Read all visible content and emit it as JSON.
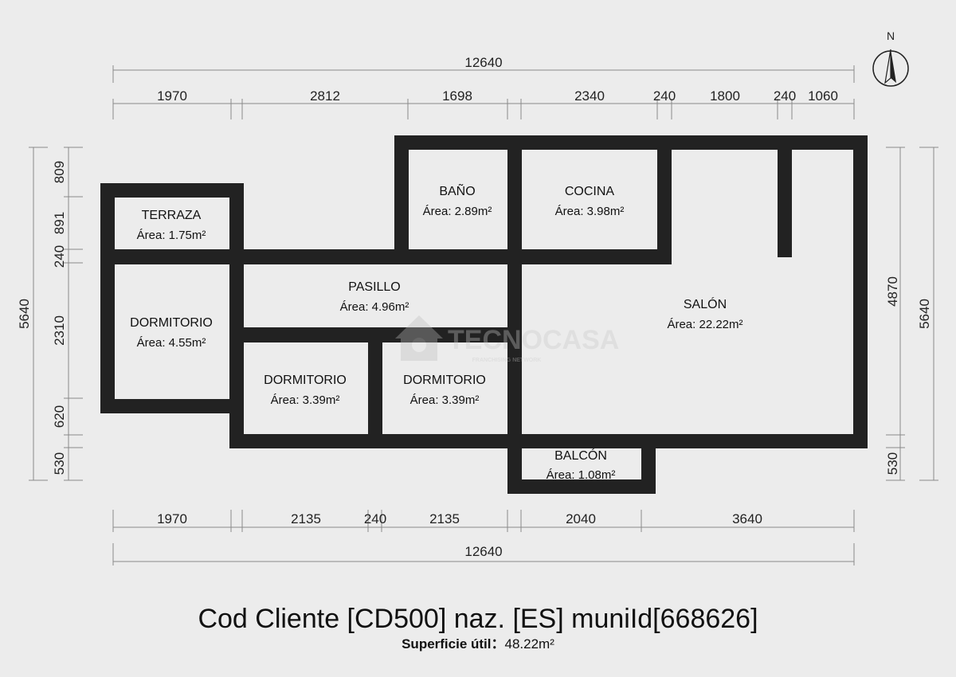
{
  "compass": {
    "label": "N"
  },
  "dims": {
    "top_total": "12640",
    "top_segments": [
      "1970",
      "2812",
      "1698",
      "2340",
      "240",
      "1800",
      "240",
      "1060"
    ],
    "bottom_segments": [
      "1970",
      "2135",
      "240",
      "2135",
      "2040",
      "3640"
    ],
    "bottom_total": "12640",
    "left_segments": [
      "809",
      "891",
      "240",
      "2310",
      "620",
      "530"
    ],
    "left_total": "5640",
    "right_segments": [
      "4870",
      "530"
    ],
    "right_total": "5640"
  },
  "rooms": {
    "terraza": {
      "name": "TERRAZA",
      "area": "Área: 1.75m²"
    },
    "bano": {
      "name": "BAÑO",
      "area": "Área: 2.89m²"
    },
    "cocina": {
      "name": "COCINA",
      "area": "Área: 3.98m²"
    },
    "pasillo": {
      "name": "PASILLO",
      "area": "Área: 4.96m²"
    },
    "salon": {
      "name": "SALÓN",
      "area": "Área: 22.22m²"
    },
    "dormitorio1": {
      "name": "DORMITORIO",
      "area": "Área: 4.55m²"
    },
    "dormitorio2": {
      "name": "DORMITORIO",
      "area": "Área: 3.39m²"
    },
    "dormitorio3": {
      "name": "DORMITORIO",
      "area": "Área: 3.39m²"
    },
    "balcon": {
      "name": "BALCÓN",
      "area": "Área: 1.08m²"
    }
  },
  "watermark": {
    "brand": "TECNOCASA",
    "tagline": "FRANCHISING NETWORK"
  },
  "footer": {
    "title": "Cod Cliente [CD500] naz. [ES] muniId[668626]",
    "surface_label": "Superficie útil：",
    "surface_value": "48.22m²"
  }
}
